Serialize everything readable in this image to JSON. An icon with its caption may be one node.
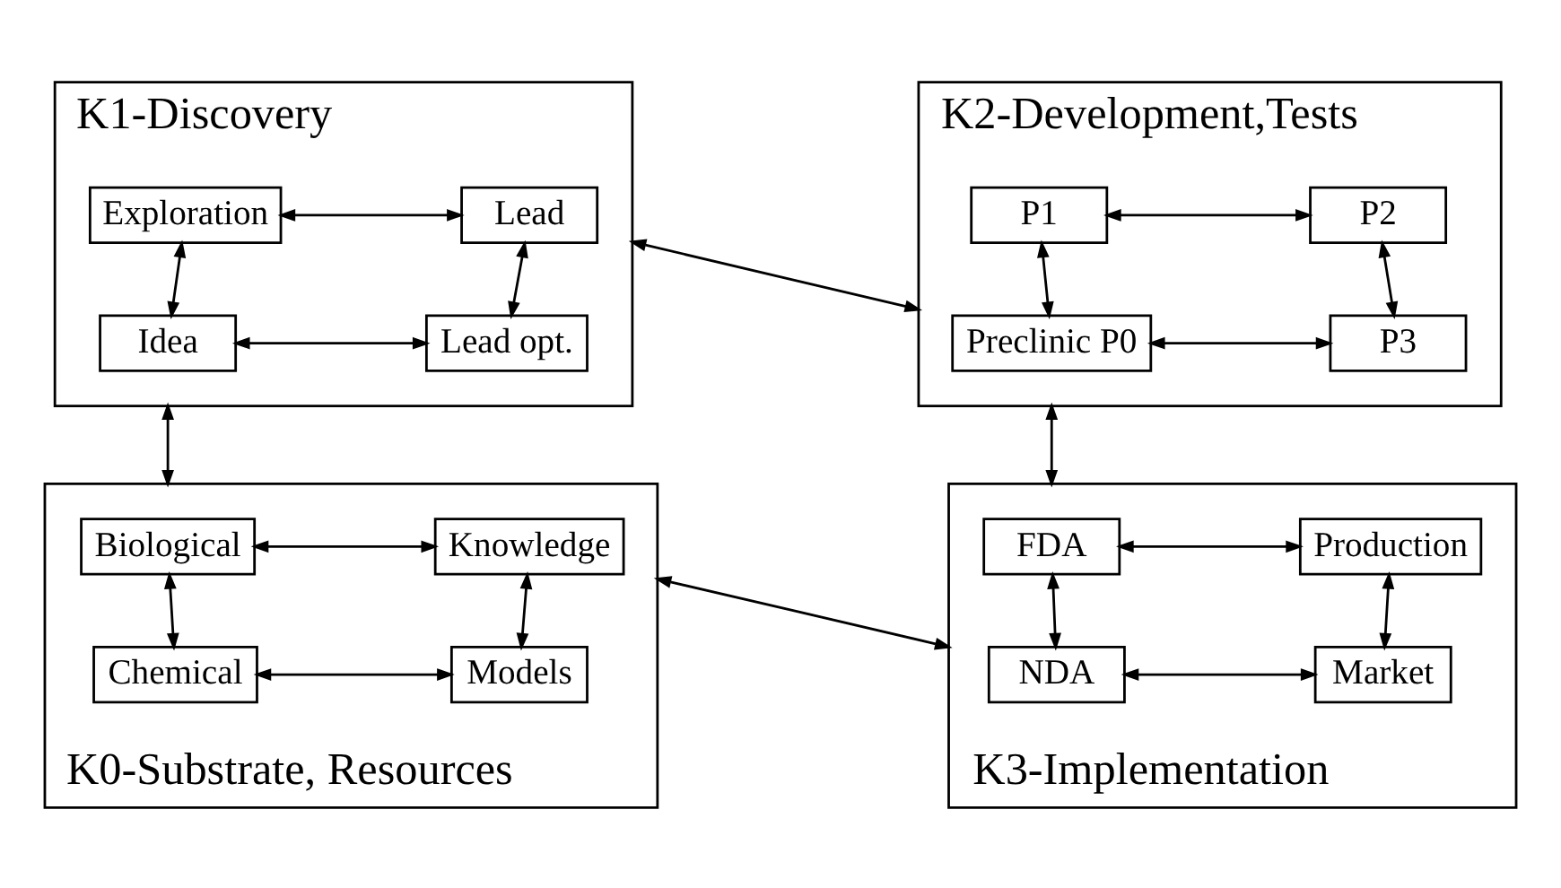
{
  "diagram": {
    "nodes": [
      {
        "text": [
          "K1-Discovery"
        ]
      },
      {
        "text": [
          "Exploration"
        ],
        "in": 0
      },
      {
        "text": [
          "Lead"
        ],
        "in": 0
      },
      {
        "text": [
          "Idea"
        ],
        "in": 0
      },
      {
        "text": [
          "Lead opt."
        ],
        "in": 0
      },
      {
        "text": [
          "K2-Development,Tests"
        ]
      },
      {
        "text": [
          "P1"
        ],
        "in": 5
      },
      {
        "text": [
          "P2"
        ],
        "in": 5
      },
      {
        "text": [
          "Preclinic P0"
        ],
        "in": 5
      },
      {
        "text": [
          "P3"
        ],
        "in": 5
      },
      {
        "text": [
          "K0-Substrate, Resources"
        ]
      },
      {
        "text": [
          "Biological"
        ],
        "in": 10
      },
      {
        "text": [
          "Knowledge"
        ],
        "in": 10
      },
      {
        "text": [
          "Chemical"
        ],
        "in": 10
      },
      {
        "text": [
          "Models"
        ],
        "in": 10
      },
      {
        "text": [
          "K3-Implementation"
        ]
      },
      {
        "text": [
          "FDA"
        ],
        "in": 15
      },
      {
        "text": [
          "Production"
        ],
        "in": 15
      },
      {
        "text": [
          "NDA"
        ],
        "in": 15
      },
      {
        "text": [
          "Market"
        ],
        "in": 15
      }
    ],
    "edges": [
      {
        "from": 1,
        "to": 2,
        "arrow": "both"
      },
      {
        "from": 1,
        "to": 3,
        "arrow": "both"
      },
      {
        "from": 2,
        "to": 4,
        "arrow": "both"
      },
      {
        "from": 3,
        "to": 4,
        "arrow": "both"
      },
      {
        "from": 6,
        "to": 7,
        "arrow": "both"
      },
      {
        "from": 6,
        "to": 8,
        "arrow": "both"
      },
      {
        "from": 7,
        "to": 9,
        "arrow": "both"
      },
      {
        "from": 8,
        "to": 9,
        "arrow": "both"
      },
      {
        "from": 11,
        "to": 12,
        "arrow": "both"
      },
      {
        "from": 11,
        "to": 13,
        "arrow": "both"
      },
      {
        "from": 12,
        "to": 14,
        "arrow": "both"
      },
      {
        "from": 13,
        "to": 14,
        "arrow": "both"
      },
      {
        "from": 16,
        "to": 17,
        "arrow": "both"
      },
      {
        "from": 16,
        "to": 18,
        "arrow": "both"
      },
      {
        "from": 17,
        "to": 19,
        "arrow": "both"
      },
      {
        "from": 18,
        "to": 19,
        "arrow": "both"
      },
      {
        "from": 0,
        "to": 5,
        "arrow": "both"
      },
      {
        "from": 0,
        "to": 10,
        "arrow": "both"
      },
      {
        "from": 5,
        "to": 15,
        "arrow": "both"
      },
      {
        "from": 10,
        "to": 15,
        "arrow": "both"
      }
    ]
  }
}
